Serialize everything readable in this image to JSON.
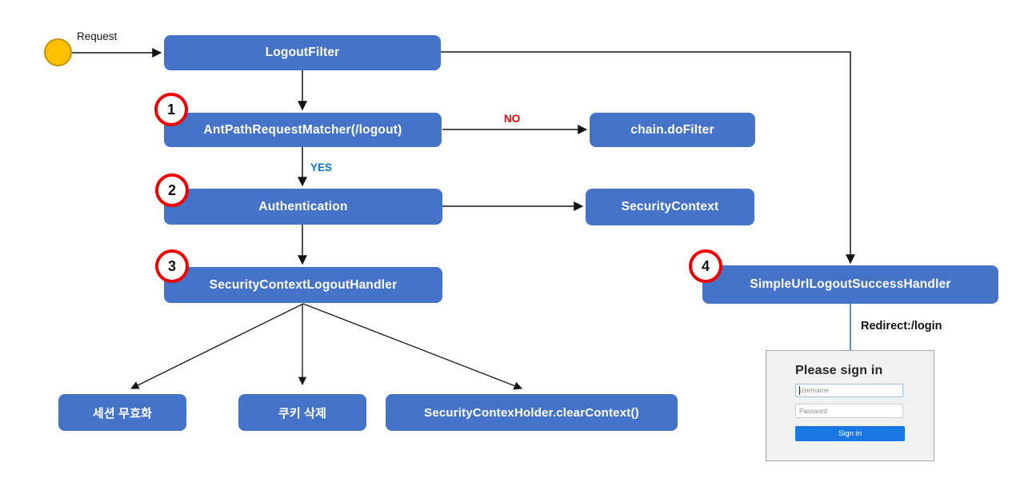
{
  "diagram": {
    "request_label": "Request",
    "nodes": {
      "logout_filter": "LogoutFilter",
      "ant_path_matcher": "AntPathRequestMatcher(/logout)",
      "chain_do_filter": "chain.doFilter",
      "authentication": "Authentication",
      "security_context": "SecurityContext",
      "security_context_logout_handler": "SecurityContextLogoutHandler",
      "simple_url_logout_success_handler": "SimpleUrlLogoutSuccessHandler",
      "session_invalidation": "세션 무효화",
      "cookie_deletion": "쿠키 삭제",
      "clear_context": "SecurityContexHolder.clearContext()"
    },
    "labels": {
      "no": "NO",
      "yes": "YES",
      "redirect": "Redirect:/login"
    },
    "badges": {
      "one": "1",
      "two": "2",
      "three": "3",
      "four": "4"
    },
    "colors": {
      "node_fill": "#4573C8",
      "badge_border": "#EF0000",
      "no_label": "#FF0000",
      "yes_label": "#0C70CC",
      "start_fill": "#FFC000",
      "start_border": "#C49100",
      "redirect_line": "#2E75B6",
      "sign_in_button": "#1A78E3"
    }
  },
  "login_form": {
    "title": "Please sign in",
    "username_placeholder": "Username",
    "password_placeholder": "Password",
    "sign_in_label": "Sign in"
  }
}
